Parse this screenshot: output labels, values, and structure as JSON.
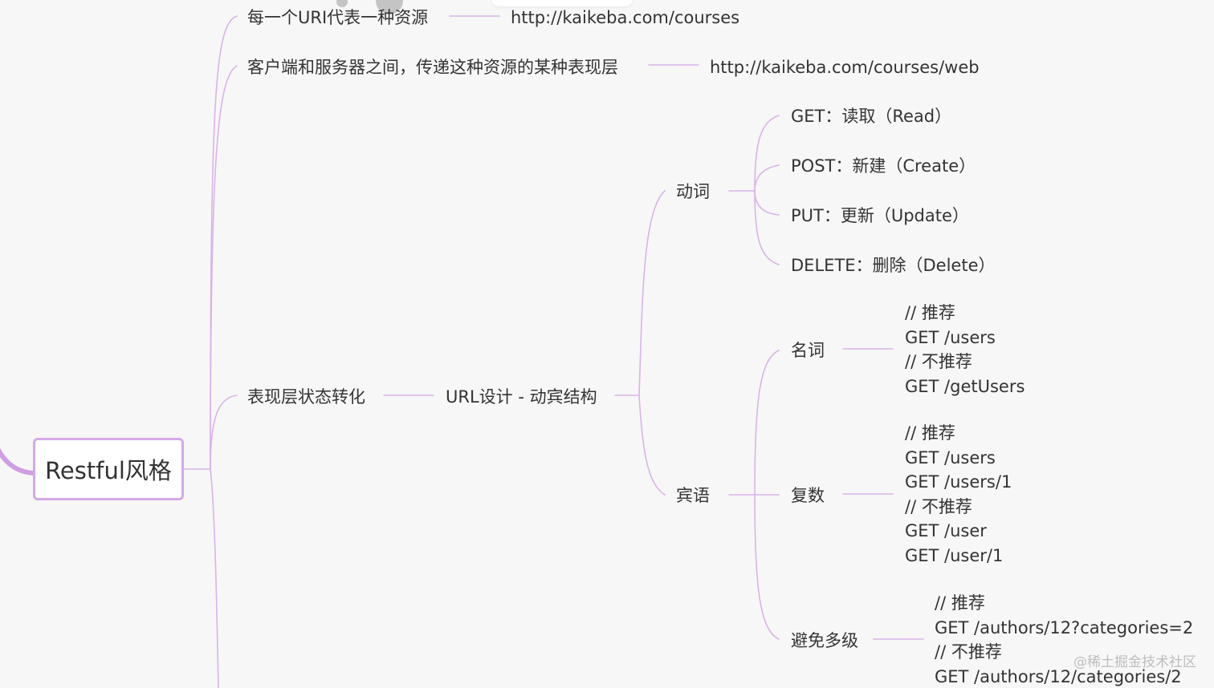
{
  "mindmap": {
    "root": "Restful风格",
    "branch_uri": {
      "label": "每一个URI代表一种资源",
      "detail": "http://kaikeba.com/courses"
    },
    "branch_repr": {
      "label": "客户端和服务器之间，传递这种资源的某种表现层",
      "detail": "http://kaikeba.com/courses/web"
    },
    "branch_state": {
      "label": "表现层状态转化",
      "design": "URL设计 - 动宾结构",
      "verbs": {
        "label": "动词",
        "items": [
          "GET：读取（Read）",
          "POST：新建（Create）",
          "PUT：更新（Update）",
          "DELETE：删除（Delete）"
        ]
      },
      "objects": {
        "label": "宾语",
        "noun": {
          "label": "名词",
          "lines": [
            "// 推荐",
            "GET /users",
            "// 不推荐",
            "GET /getUsers"
          ]
        },
        "plural": {
          "label": "复数",
          "lines": [
            "// 推荐",
            "GET /users",
            "GET /users/1",
            "// 不推荐",
            "GET /user",
            "GET /user/1"
          ]
        },
        "multilevel": {
          "label": "避免多级",
          "lines": [
            "// 推荐",
            "GET /authors/12?categories=2",
            "// 不推荐",
            "GET /authors/12/categories/2"
          ]
        }
      }
    }
  },
  "watermark": "@稀土掘金技术社区",
  "colors": {
    "connector": "#d9b3e8",
    "root_connector": "#cf9de3",
    "root_border": "#d5a9e6",
    "background": "#f7f7f7",
    "text": "#333333"
  }
}
